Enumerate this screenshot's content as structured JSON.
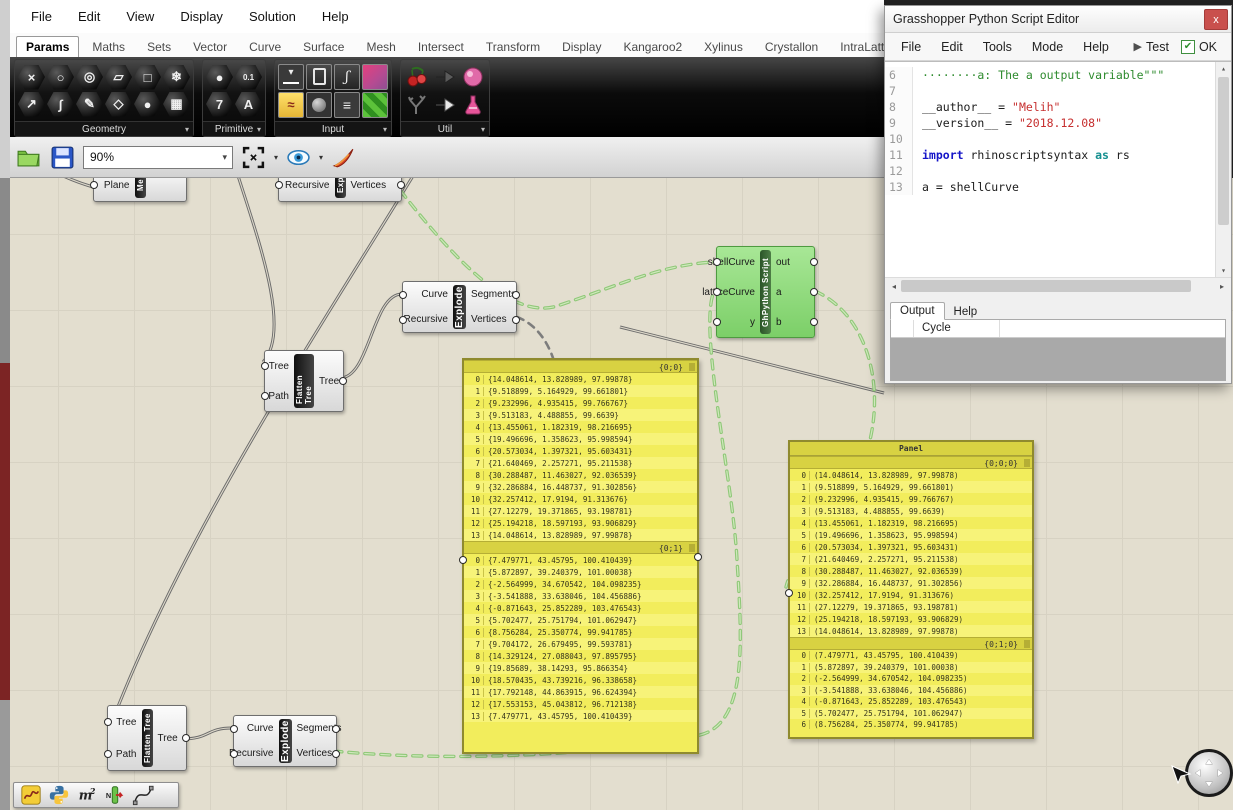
{
  "menu_bar": {
    "items": [
      "File",
      "Edit",
      "View",
      "Display",
      "Solution",
      "Help"
    ]
  },
  "tab_bar": {
    "active": "Params",
    "tabs": [
      "Params",
      "Maths",
      "Sets",
      "Vector",
      "Curve",
      "Surface",
      "Mesh",
      "Intersect",
      "Transform",
      "Display",
      "Kangaroo2",
      "Xylinus",
      "Crystallon",
      "IntraLattice"
    ]
  },
  "ribbon": {
    "groups": [
      {
        "label": "Geometry",
        "icons": [
          {
            "name": "param-geometry-icon",
            "glyph": "×"
          },
          {
            "name": "param-circle-icon",
            "glyph": "○"
          },
          {
            "name": "param-spiral-icon",
            "glyph": "◎"
          },
          {
            "name": "param-plane-icon",
            "glyph": "▱"
          },
          {
            "name": "param-box-icon",
            "glyph": "□"
          },
          {
            "name": "param-mesh-icon",
            "glyph": "❄"
          },
          {
            "name": "param-vector-icon",
            "glyph": "↗"
          },
          {
            "name": "param-arc-icon",
            "glyph": "∫"
          },
          {
            "name": "param-line-icon",
            "glyph": "✎"
          },
          {
            "name": "param-surface-icon",
            "glyph": "◇"
          },
          {
            "name": "param-brep-icon",
            "glyph": "●"
          },
          {
            "name": "param-twisted-box-icon",
            "glyph": "▦"
          }
        ]
      },
      {
        "label": "Primitive",
        "icons": [
          {
            "name": "param-boolean-icon",
            "glyph": "●"
          },
          {
            "name": "param-number-icon",
            "glyph": "0.1"
          },
          {
            "name": "param-integer-icon",
            "glyph": "7"
          },
          {
            "name": "param-text-icon",
            "glyph": "A"
          }
        ]
      },
      {
        "label": "Input",
        "icons": [
          {
            "name": "number-slider-icon",
            "cls": "ic-slider"
          },
          {
            "name": "panel-icon",
            "cls": "ic-panel"
          },
          {
            "name": "graph-mapper-icon",
            "cls": "ic-graph"
          },
          {
            "name": "gradient-icon",
            "cls": "ic-gradient"
          },
          {
            "name": "sketch-icon",
            "cls": "ic-sketch"
          },
          {
            "name": "knob-icon",
            "cls": "ic-knob"
          },
          {
            "name": "value-list-icon",
            "cls": "ic-list"
          },
          {
            "name": "colour-swatch-icon",
            "cls": "ic-swatch"
          }
        ]
      },
      {
        "label": "Util",
        "icons": [
          {
            "name": "cherry-picker-icon",
            "svg": "cherry"
          },
          {
            "name": "jump-in-icon",
            "svg": "arrowdark"
          },
          {
            "name": "cluster-icon",
            "svg": "pinkball"
          },
          {
            "name": "galapagos-icon",
            "svg": "tree"
          },
          {
            "name": "jump-out-icon",
            "svg": "arrowlight"
          },
          {
            "name": "flask-icon",
            "svg": "flask"
          }
        ]
      }
    ]
  },
  "canvas_toolbar": {
    "zoom": "90%"
  },
  "editor": {
    "title": "Grasshopper Python Script Editor",
    "close_glyph": "x",
    "menu": [
      "File",
      "Edit",
      "Tools",
      "Mode",
      "Help"
    ],
    "test_label": "Test",
    "ok_label": "OK",
    "code": [
      {
        "n": "6",
        "segs": [
          {
            "t": "········a: The a output variable\"\"\"",
            "c": "comment"
          }
        ]
      },
      {
        "n": "7",
        "segs": []
      },
      {
        "n": "8",
        "segs": [
          {
            "t": "__author__ = ",
            "c": "plain"
          },
          {
            "t": "\"Melih\"",
            "c": "string"
          }
        ]
      },
      {
        "n": "9",
        "segs": [
          {
            "t": "__version__ = ",
            "c": "plain"
          },
          {
            "t": "\"2018.12.08\"",
            "c": "string"
          }
        ]
      },
      {
        "n": "10",
        "segs": []
      },
      {
        "n": "11",
        "segs": [
          {
            "t": "import",
            "c": "keyword"
          },
          {
            "t": " rhinoscriptsyntax ",
            "c": "plain"
          },
          {
            "t": "as",
            "c": "keyword2"
          },
          {
            "t": " rs",
            "c": "plain"
          }
        ]
      },
      {
        "n": "12",
        "segs": []
      },
      {
        "n": "13",
        "segs": [
          {
            "t": "a = shellCurve",
            "c": "plain"
          }
        ]
      }
    ],
    "output_tabs": [
      "Output",
      "Help"
    ],
    "active_output_tab": "Output",
    "output_column": "Cycle"
  },
  "nodes": [
    {
      "id": "mesh_partial",
      "tab": "Me",
      "inputs": [
        "Plane"
      ],
      "outputs": []
    },
    {
      "id": "explode_partial",
      "tab": "Exp",
      "inputs": [
        "Recursive"
      ],
      "outputs": [
        "Vertices"
      ]
    },
    {
      "id": "explode1",
      "tab": "Explode",
      "inputs": [
        "Curve",
        "Recursive"
      ],
      "outputs": [
        "Segments",
        "Vertices"
      ]
    },
    {
      "id": "flatten1",
      "tab": "Flatten Tree",
      "inputs": [
        "Tree",
        "Path"
      ],
      "outputs": [
        "Tree"
      ]
    },
    {
      "id": "ghpython",
      "tab": "GhPython Script",
      "inputs": [
        "shellCurve",
        "latticeCurve",
        "y"
      ],
      "outputs": [
        "out",
        "a",
        "b"
      ]
    },
    {
      "id": "flatten2",
      "tab": "Flatten Tree",
      "inputs": [
        "Tree",
        "Path"
      ],
      "outputs": [
        "Tree"
      ]
    },
    {
      "id": "explode2",
      "tab": "Explode",
      "inputs": [
        "Curve",
        "Recursive"
      ],
      "outputs": [
        "Segments",
        "Vertices"
      ]
    }
  ],
  "panels": {
    "panel1": {
      "branches": [
        {
          "path": "{0;0}",
          "rows": [
            {
              "i": "0",
              "v": "{14.048614, 13.828989, 97.99878}"
            },
            {
              "i": "1",
              "v": "{9.518899, 5.164929, 99.661801}"
            },
            {
              "i": "2",
              "v": "{9.232996, 4.935415, 99.766767}"
            },
            {
              "i": "3",
              "v": "{9.513183, 4.488855, 99.6639}"
            },
            {
              "i": "4",
              "v": "{13.455061, 1.182319, 98.216695}"
            },
            {
              "i": "5",
              "v": "{19.496696, 1.358623, 95.998594}"
            },
            {
              "i": "6",
              "v": "{20.573034, 1.397321, 95.603431}"
            },
            {
              "i": "7",
              "v": "{21.640469, 2.257271, 95.211538}"
            },
            {
              "i": "8",
              "v": "{30.288487, 11.463027, 92.036539}"
            },
            {
              "i": "9",
              "v": "{32.286884, 16.448737, 91.302856}"
            },
            {
              "i": "10",
              "v": "{32.257412, 17.9194, 91.313676}"
            },
            {
              "i": "11",
              "v": "{27.12279, 19.371865, 93.198781}"
            },
            {
              "i": "12",
              "v": "{25.194218, 18.597193, 93.906829}"
            },
            {
              "i": "13",
              "v": "{14.048614, 13.828989, 97.99878}"
            }
          ]
        },
        {
          "path": "{0;1}",
          "rows": [
            {
              "i": "0",
              "v": "{7.479771, 43.45795, 100.410439}"
            },
            {
              "i": "1",
              "v": "{5.872897, 39.240379, 101.00038}"
            },
            {
              "i": "2",
              "v": "{-2.564999, 34.670542, 104.098235}"
            },
            {
              "i": "3",
              "v": "{-3.541888, 33.638046, 104.456886}"
            },
            {
              "i": "4",
              "v": "{-0.871643, 25.852289, 103.476543}"
            },
            {
              "i": "5",
              "v": "{5.702477, 25.751794, 101.062947}"
            },
            {
              "i": "6",
              "v": "{8.756284, 25.350774, 99.941785}"
            },
            {
              "i": "7",
              "v": "{9.704172, 26.679495, 99.593781}"
            },
            {
              "i": "8",
              "v": "{14.329124, 27.088043, 97.895795}"
            },
            {
              "i": "9",
              "v": "{19.85689, 38.14293, 95.866354}"
            },
            {
              "i": "10",
              "v": "{18.570435, 43.739216, 96.338658}"
            },
            {
              "i": "11",
              "v": "{17.792148, 44.863915, 96.624394}"
            },
            {
              "i": "12",
              "v": "{17.553153, 45.043812, 96.712138}"
            },
            {
              "i": "13",
              "v": "{7.479771, 43.45795, 100.410439}"
            }
          ]
        }
      ]
    },
    "panel2": {
      "title": "Panel",
      "branches": [
        {
          "path": "{0;0;0}",
          "rows": [
            {
              "i": "0",
              "v": "(14.048614, 13.828989, 97.99878)"
            },
            {
              "i": "1",
              "v": "(9.518899, 5.164929, 99.661801)"
            },
            {
              "i": "2",
              "v": "(9.232996, 4.935415, 99.766767)"
            },
            {
              "i": "3",
              "v": "(9.513183, 4.488855, 99.6639)"
            },
            {
              "i": "4",
              "v": "(13.455061, 1.182319, 98.216695)"
            },
            {
              "i": "5",
              "v": "(19.496696, 1.358623, 95.998594)"
            },
            {
              "i": "6",
              "v": "(20.573034, 1.397321, 95.603431)"
            },
            {
              "i": "7",
              "v": "(21.640469, 2.257271, 95.211538)"
            },
            {
              "i": "8",
              "v": "(30.288487, 11.463027, 92.036539)"
            },
            {
              "i": "9",
              "v": "(32.286884, 16.448737, 91.302856)"
            },
            {
              "i": "10",
              "v": "(32.257412, 17.9194, 91.313676)"
            },
            {
              "i": "11",
              "v": "(27.12279, 19.371865, 93.198781)"
            },
            {
              "i": "12",
              "v": "(25.194218, 18.597193, 93.906829)"
            },
            {
              "i": "13",
              "v": "(14.048614, 13.828989, 97.99878)"
            }
          ]
        },
        {
          "path": "{0;1;0}",
          "rows": [
            {
              "i": "0",
              "v": "(7.479771, 43.45795, 100.410439)"
            },
            {
              "i": "1",
              "v": "(5.872897, 39.240379, 101.00038)"
            },
            {
              "i": "2",
              "v": "(-2.564999, 34.670542, 104.098235)"
            },
            {
              "i": "3",
              "v": "(-3.541888, 33.638046, 104.456886)"
            },
            {
              "i": "4",
              "v": "(-0.871643, 25.852289, 103.476543)"
            },
            {
              "i": "5",
              "v": "(5.702477, 25.751794, 101.062947)"
            },
            {
              "i": "6",
              "v": "(8.756284, 25.350774, 99.941785)"
            }
          ]
        }
      ]
    }
  },
  "status_toolbar": {
    "icons": [
      {
        "name": "sketch-tool-icon",
        "svg": "sketch2"
      },
      {
        "name": "python-script-icon",
        "svg": "python"
      },
      {
        "name": "expression-icon",
        "svg": "m2"
      },
      {
        "name": "relay-component-icon",
        "svg": "ncomp"
      },
      {
        "name": "curve-component-icon",
        "svg": "curve2"
      }
    ]
  },
  "ui": {
    "caret_down": "▾",
    "play_glyph": "▶",
    "check_glyph": "✔",
    "scroll_up": "▴",
    "scroll_down": "▾",
    "scroll_left": "◂",
    "scroll_right": "▸"
  },
  "colors": {
    "panel_yellow": "#f2ed5c",
    "panel_header": "#d8d242",
    "node_green": "#8fd97f",
    "wire_green": "#8fc878",
    "canvas_bg": "#e3decf",
    "close_red": "#c9504d"
  }
}
